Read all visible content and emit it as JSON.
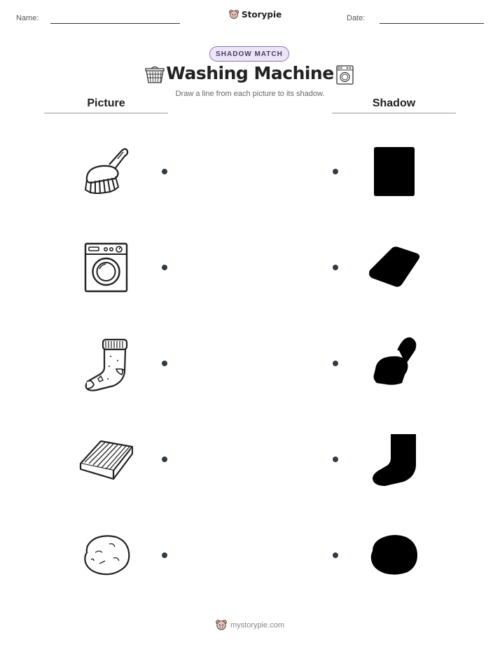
{
  "header": {
    "name_label": "Name:",
    "date_label": "Date:",
    "brand": "Storypie"
  },
  "badge": "SHADOW MATCH",
  "title": "Washing Machine",
  "subtitle": "Draw a line from each picture to its shadow.",
  "columns": {
    "left": "Picture",
    "right": "Shadow"
  },
  "pictures": [
    "brush-icon",
    "washing-machine-icon",
    "sock-icon",
    "soap-bar-icon",
    "stone-icon"
  ],
  "shadows": [
    "washing-machine-shadow-icon",
    "soap-bar-shadow-icon",
    "brush-shadow-icon",
    "sock-shadow-icon",
    "stone-shadow-icon"
  ],
  "footer": {
    "site": "mystorypie.com"
  }
}
